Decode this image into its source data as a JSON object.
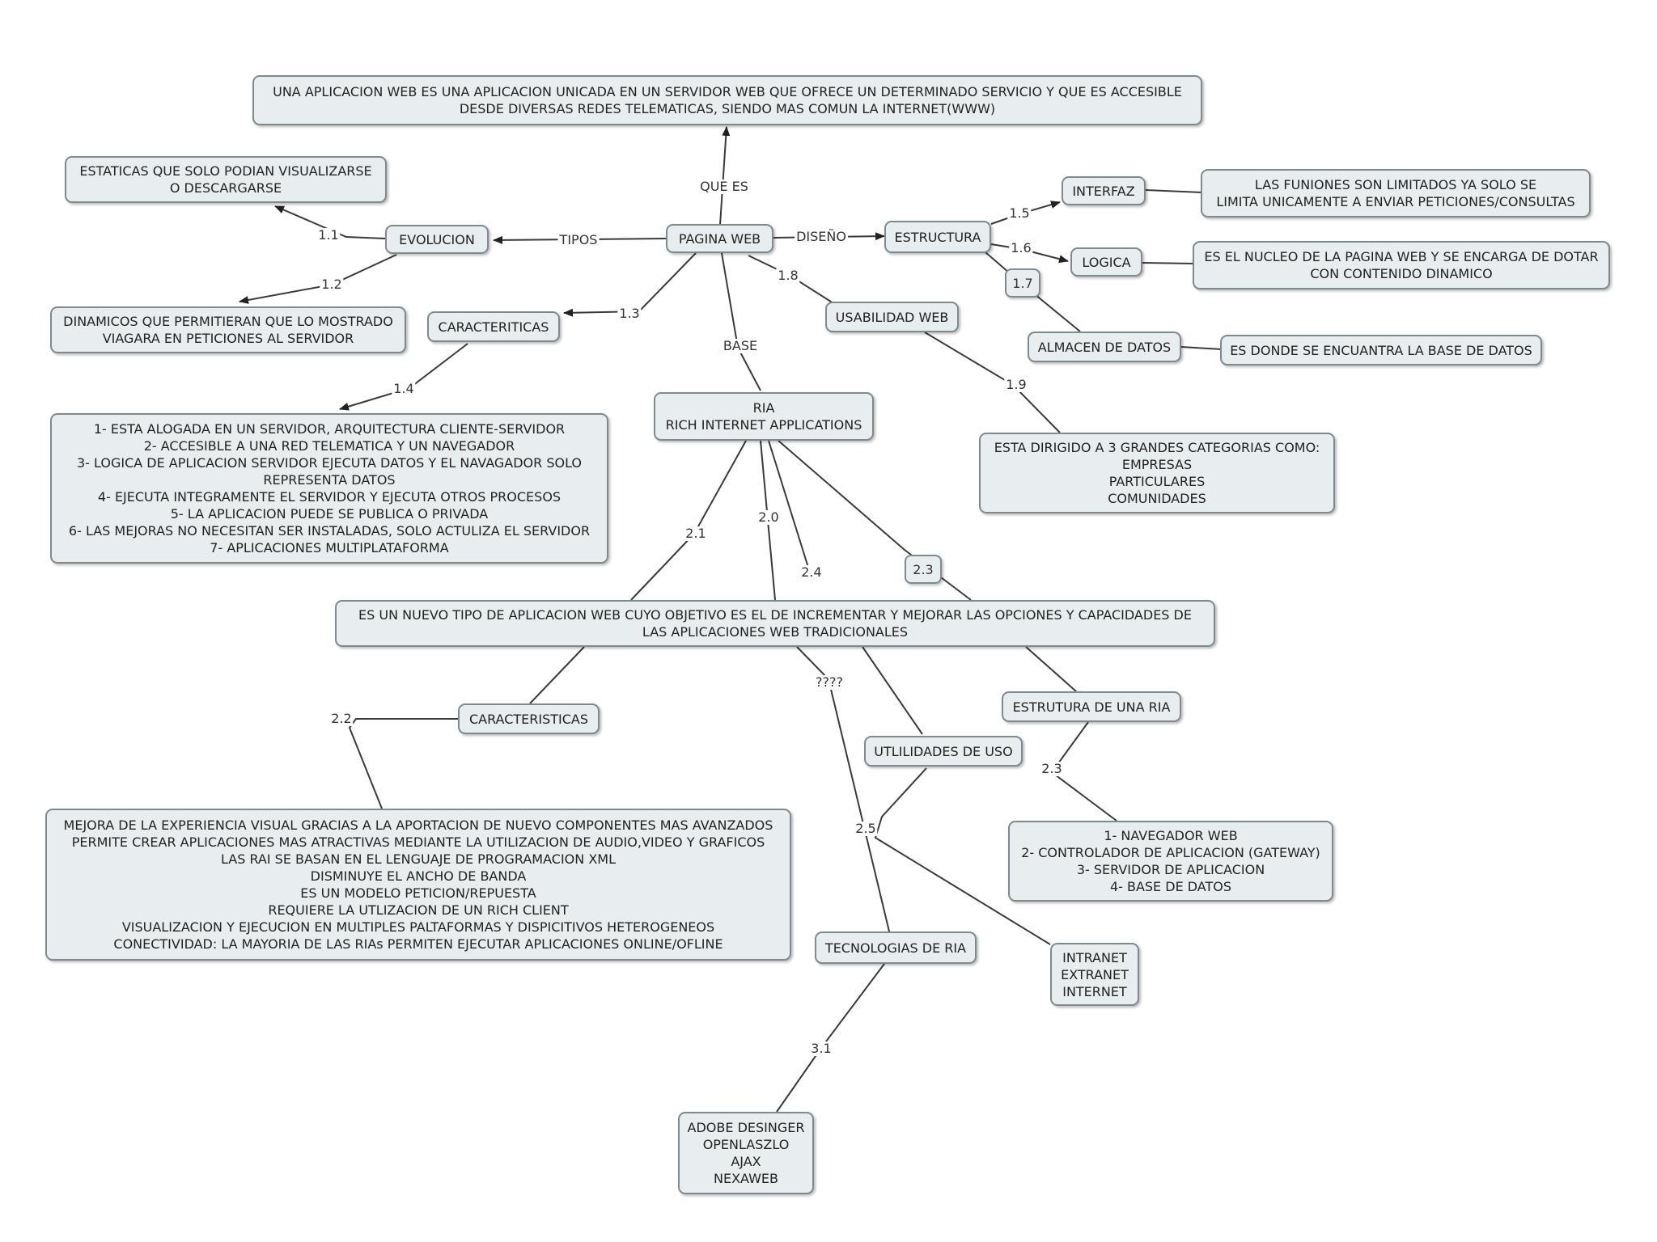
{
  "nodes": {
    "definition": "UNA APLICACION WEB ES UNA APLICACION UNICADA EN UN SERVIDOR WEB QUE OFRECE UN DETERMINADO SERVICIO Y QUE ES ACCESIBLE\nDESDE DIVERSAS REDES TELEMATICAS, SIENDO MAS COMUN LA INTERNET(WWW)",
    "estaticas": "ESTATICAS QUE SOLO PODIAN VISUALIZARSE\nO DESCARGARSE",
    "evolucion": "EVOLUCION",
    "pagina_web": "PAGINA WEB",
    "estructura": "ESTRUCTURA",
    "interfaz": "INTERFAZ",
    "interfaz_desc": "LAS FUNIONES SON LIMITADOS YA SOLO SE\nLIMITA UNICAMENTE A ENVIAR PETICIONES/CONSULTAS",
    "logica": "LOGICA",
    "logica_desc": "ES EL NUCLEO DE LA PAGINA WEB Y SE ENCARGA DE DOTAR\nCON CONTENIDO DINAMICO",
    "almacen": "ALMACEN DE DATOS",
    "almacen_desc": "ES DONDE SE ENCUANTRA LA BASE DE DATOS",
    "dinamicos": "DINAMICOS QUE PERMITIERAN QUE LO MOSTRADO\nVIAGARA EN PETICIONES AL SERVIDOR",
    "caracteriticas": "CARACTERITICAS",
    "usabilidad": "USABILIDAD WEB",
    "ria": "RIA\nRICH INTERNET APPLICATIONS",
    "caract_list": "1- ESTA ALOGADA EN UN SERVIDOR, ARQUITECTURA CLIENTE-SERVIDOR\n2- ACCESIBLE A UNA RED TELEMATICA Y UN NAVEGADOR\n3- LOGICA DE APLICACION SERVIDOR EJECUTA DATOS Y EL NAVAGADOR SOLO\nREPRESENTA DATOS\n4- EJECUTA INTEGRAMENTE EL SERVIDOR Y EJECUTA OTROS PROCESOS\n5- LA APLICACION PUEDE SE PUBLICA O PRIVADA\n6- LAS MEJORAS NO NECESITAN SER INSTALADAS, SOLO ACTULIZA EL SERVIDOR\n7- APLICACIONES MULTIPLATAFORMA",
    "categorias": "ESTA DIRIGIDO A 3 GRANDES CATEGORIAS COMO:\nEMPRESAS\nPARTICULARES\nCOMUNIDADES",
    "ria_def": "ES UN NUEVO TIPO DE APLICACION WEB CUYO OBJETIVO ES EL DE INCREMENTAR Y MEJORAR LAS OPCIONES Y CAPACIDADES DE\nLAS APLICACIONES WEB TRADICIONALES",
    "caracteristicas2": "CARACTERISTICAS",
    "estructura_ria": "ESTRUTURA DE UNA RIA",
    "utilidades": "UTLILIDADES DE USO",
    "mejora_list": "MEJORA DE LA EXPERIENCIA VISUAL GRACIAS A LA APORTACION DE NUEVO COMPONENTES MAS AVANZADOS\nPERMITE CREAR APLICACIONES MAS ATRACTIVAS MEDIANTE LA UTILIZACION DE AUDIO,VIDEO Y GRAFICOS\nLAS RAI SE BASAN EN EL LENGUAJE DE PROGRAMACION XML\nDISMINUYE EL ANCHO DE BANDA\nES UN MODELO PETICION/REPUESTA\nREQUIERE LA UTLIZACION DE UN RICH CLIENT\nVISUALIZACION Y EJECUCION EN MULTIPLES PALTAFORMAS Y DISPICITIVOS HETEROGENEOS\nCONECTIVIDAD: LA MAYORIA DE LAS RIAs PERMITEN EJECUTAR APLICACIONES ONLINE/OFLINE",
    "estructura_list": "1- NAVEGADOR WEB\n2- CONTROLADOR DE APLICACION (GATEWAY)\n3- SERVIDOR DE APLICACION\n4- BASE DE DATOS",
    "tecnologias": "TECNOLOGIAS DE RIA",
    "redes": "INTRANET\nEXTRANET\nINTERNET",
    "tecnologias_list": "ADOBE DESINGER\nOPENLASZLO\nAJAX\nNEXAWEB"
  },
  "labels": {
    "que_es": "QUE ES",
    "tipos": "TIPOS",
    "diseno": "DISEÑO",
    "base": "BASE",
    "l1_1": "1.1",
    "l1_2": "1.2",
    "l1_3": "1.3",
    "l1_4": "1.4",
    "l1_5": "1.5",
    "l1_6": "1.6",
    "l1_7": "1.7",
    "l1_8": "1.8",
    "l1_9": "1.9",
    "l2_0": "2.0",
    "l2_1": "2.1",
    "l2_2": "2.2",
    "l2_3a": "2.3",
    "l2_3b": "2.3",
    "l2_4": "2.4",
    "l2_5": "2.5",
    "l3_1": "3.1",
    "unknown": "????"
  },
  "colors": {
    "node_fill": "#e8eef0",
    "node_border": "#7e8a90",
    "line": "#3a3a3a"
  }
}
